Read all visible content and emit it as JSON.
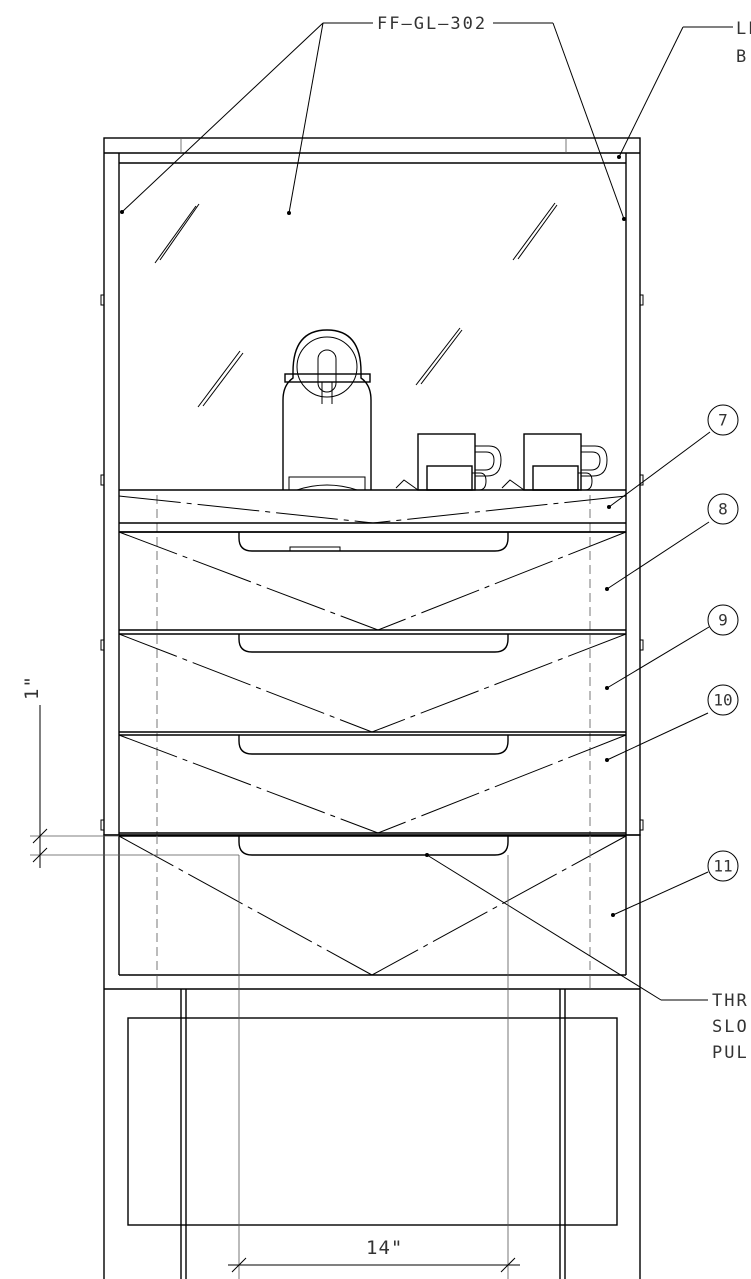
{
  "labels": {
    "glass": "FF—GL—302",
    "top_right_line1": "LE",
    "top_right_line2": "B",
    "slot_pull_line1": "THR",
    "slot_pull_line2": "SLO",
    "slot_pull_line3": "PUL"
  },
  "callouts": [
    "7",
    "8",
    "9",
    "10",
    "11"
  ],
  "dimensions": {
    "pull_gap": "1\"",
    "pull_width": "14\""
  }
}
